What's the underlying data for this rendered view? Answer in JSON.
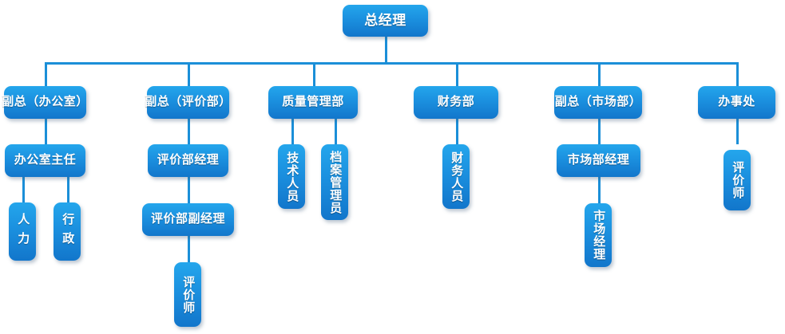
{
  "diagram": {
    "title": "组织结构图",
    "type": "organizational-chart",
    "colors": {
      "node_top": "#24a6ec",
      "node_bottom": "#1276cb",
      "connector": "#1b8fd8",
      "text": "#ffffff",
      "background": "#ffffff"
    }
  },
  "nodes": {
    "root": {
      "label": "总经理",
      "orientation": "horizontal"
    },
    "level2": [
      {
        "label": "副总（办公室）",
        "orientation": "horizontal"
      },
      {
        "label": "副总（评价部）",
        "orientation": "horizontal"
      },
      {
        "label": "质量管理部",
        "orientation": "horizontal"
      },
      {
        "label": "财务部",
        "orientation": "horizontal"
      },
      {
        "label": "副总（市场部）",
        "orientation": "horizontal"
      },
      {
        "label": "办事处",
        "orientation": "horizontal"
      }
    ],
    "level3": [
      {
        "label": "办公室主任",
        "orientation": "horizontal"
      },
      {
        "label": "评价部经理",
        "orientation": "horizontal"
      },
      {
        "label": "技术人员",
        "orientation": "vertical"
      },
      {
        "label": "档案管理员",
        "orientation": "vertical"
      },
      {
        "label": "财务人员",
        "orientation": "vertical"
      },
      {
        "label": "市场部经理",
        "orientation": "horizontal"
      },
      {
        "label": "评价师",
        "orientation": "vertical"
      }
    ],
    "level4": [
      {
        "label": "人力",
        "orientation": "vertical"
      },
      {
        "label": "行政",
        "orientation": "vertical"
      },
      {
        "label": "评价部副经理",
        "orientation": "horizontal"
      },
      {
        "label": "市场经理",
        "orientation": "vertical"
      }
    ],
    "level5": [
      {
        "label": "评价师",
        "orientation": "vertical"
      }
    ]
  }
}
